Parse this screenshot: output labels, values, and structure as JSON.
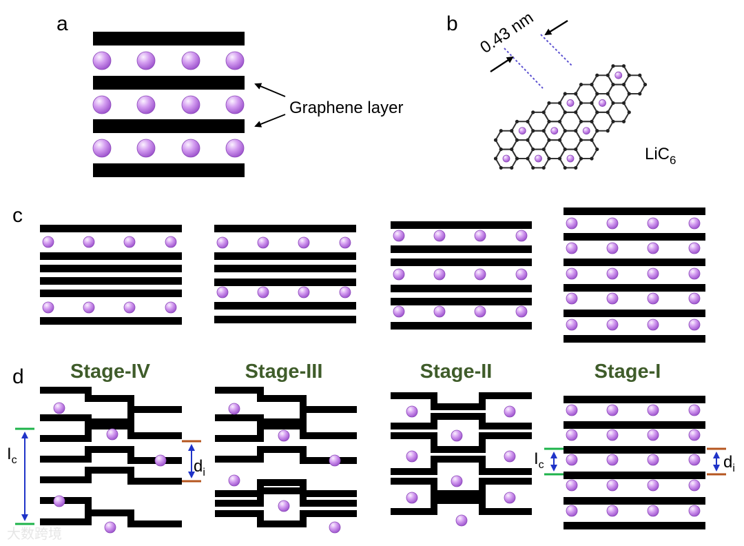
{
  "panel_labels": {
    "a": "a",
    "b": "b",
    "c": "c",
    "d": "d"
  },
  "panel_a": {
    "annotation": "Graphene layer"
  },
  "panel_b": {
    "spacing": "0.43 nm",
    "compound_main": "LiC",
    "compound_sub": "6"
  },
  "panel_d": {
    "stages": [
      "Stage-IV",
      "Stage-III",
      "Stage-II",
      "Stage-I"
    ],
    "lc_main": "I",
    "lc_sub": "c",
    "di_main": "d",
    "di_sub": "i"
  },
  "colors": {
    "layer": "#000000",
    "li_ion": "#c58be6",
    "stage_text": "#3f5c2a",
    "green_marker": "#1db34a",
    "brown_marker": "#b5561f",
    "arrow_blue": "#1f33c8",
    "lattice_dash": "#5a4fd0"
  },
  "watermark": "大数跨境"
}
